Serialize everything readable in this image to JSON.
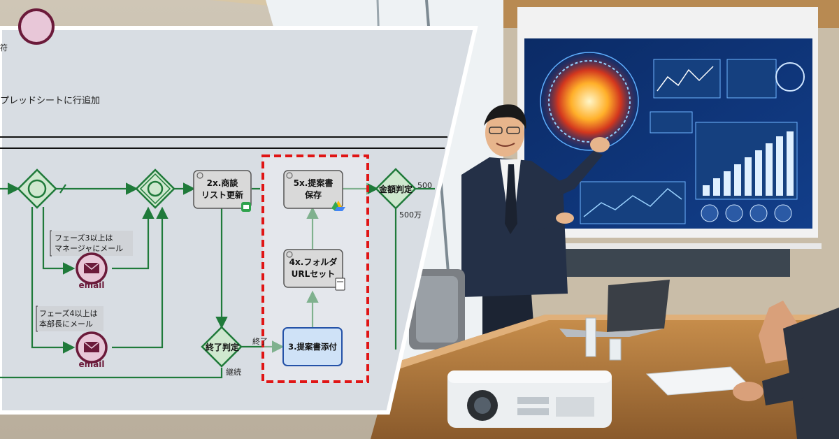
{
  "diagram": {
    "top_label": "プレッドシートに行追加",
    "top_partial_char": "符",
    "node_2x_line1": "2x.商談",
    "node_2x_line2": "リスト更新",
    "node_5x_line1": "5x.提案書",
    "node_5x_line2": "保存",
    "node_4x_line1": "4x.フォルダ",
    "node_4x_line2": "URLセット",
    "node_3": "3.提案書添付",
    "gateway_end_label": "終了判定",
    "gateway_amount_label": "金額判定",
    "edge_end": "終了",
    "edge_continue": "継続",
    "edge_500": "500",
    "edge_500man": "500万",
    "note_phase3_line1": "フェーズ3以上は",
    "note_phase3_line2": "マネージャにメール",
    "note_phase4_line1": "フェーズ4以上は",
    "note_phase4_line2": "本部長にメール",
    "email_label_1": "email",
    "email_label_2": "email"
  },
  "colors": {
    "flow_green": "#1f7a3a",
    "gateway_fill": "#cfe8cf",
    "task_fill": "#d9d9d9",
    "highlight_task_fill": "#cfe2f7",
    "highlight_task_border": "#2452a8",
    "email_fill": "#e8c7d8",
    "email_border": "#6b1a3a",
    "dashed_box": "#e01515",
    "panel_bg": "#d8dde3"
  },
  "photo": {
    "description_icons": [
      "presenter",
      "screen",
      "projector",
      "laptop",
      "chair",
      "thumbs-up-hand"
    ]
  }
}
